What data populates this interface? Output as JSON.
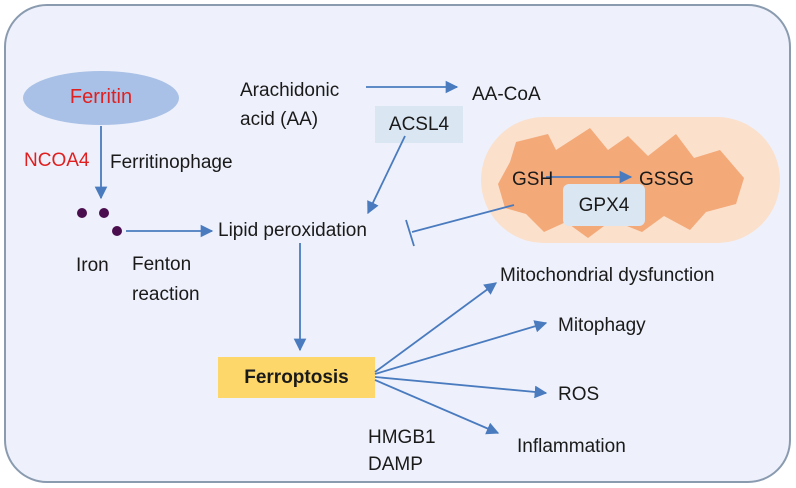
{
  "colors": {
    "background_fill": "#eef1fb",
    "background_stroke": "#8a9bb0",
    "ferritin_fill": "#a9c1e6",
    "iron_dot": "#4a0e4e",
    "arrow": "#4a7bbf",
    "enzyme_box": "#dae6f2",
    "mito_outer": "#fbe0cc",
    "mito_inner": "#f3a978",
    "ferroptosis_box": "#fdd76a",
    "red_text": "#e02020"
  },
  "nodes": {
    "ferritin": "Ferritin",
    "ncoa4": "NCOA4",
    "ferritinophage": "Ferritinophage",
    "iron": "Iron",
    "fenton": "Fenton\nreaction",
    "arachidonic_acid": "Arachidonic\nacid (AA)",
    "aa_coa": "AA-CoA",
    "acsl4": "ACSL4",
    "gsh": "GSH",
    "gssg": "GSSG",
    "gpx4": "GPX4",
    "lipid_peroxidation": "Lipid peroxidation",
    "ferroptosis": "Ferroptosis",
    "hmgb1_damp": "HMGB1\nDAMP"
  },
  "outcomes": {
    "mitochondrial_dysfunction": "Mitochondrial dysfunction",
    "mitophagy": "Mitophagy",
    "ros": "ROS",
    "inflammation": "Inflammation"
  }
}
